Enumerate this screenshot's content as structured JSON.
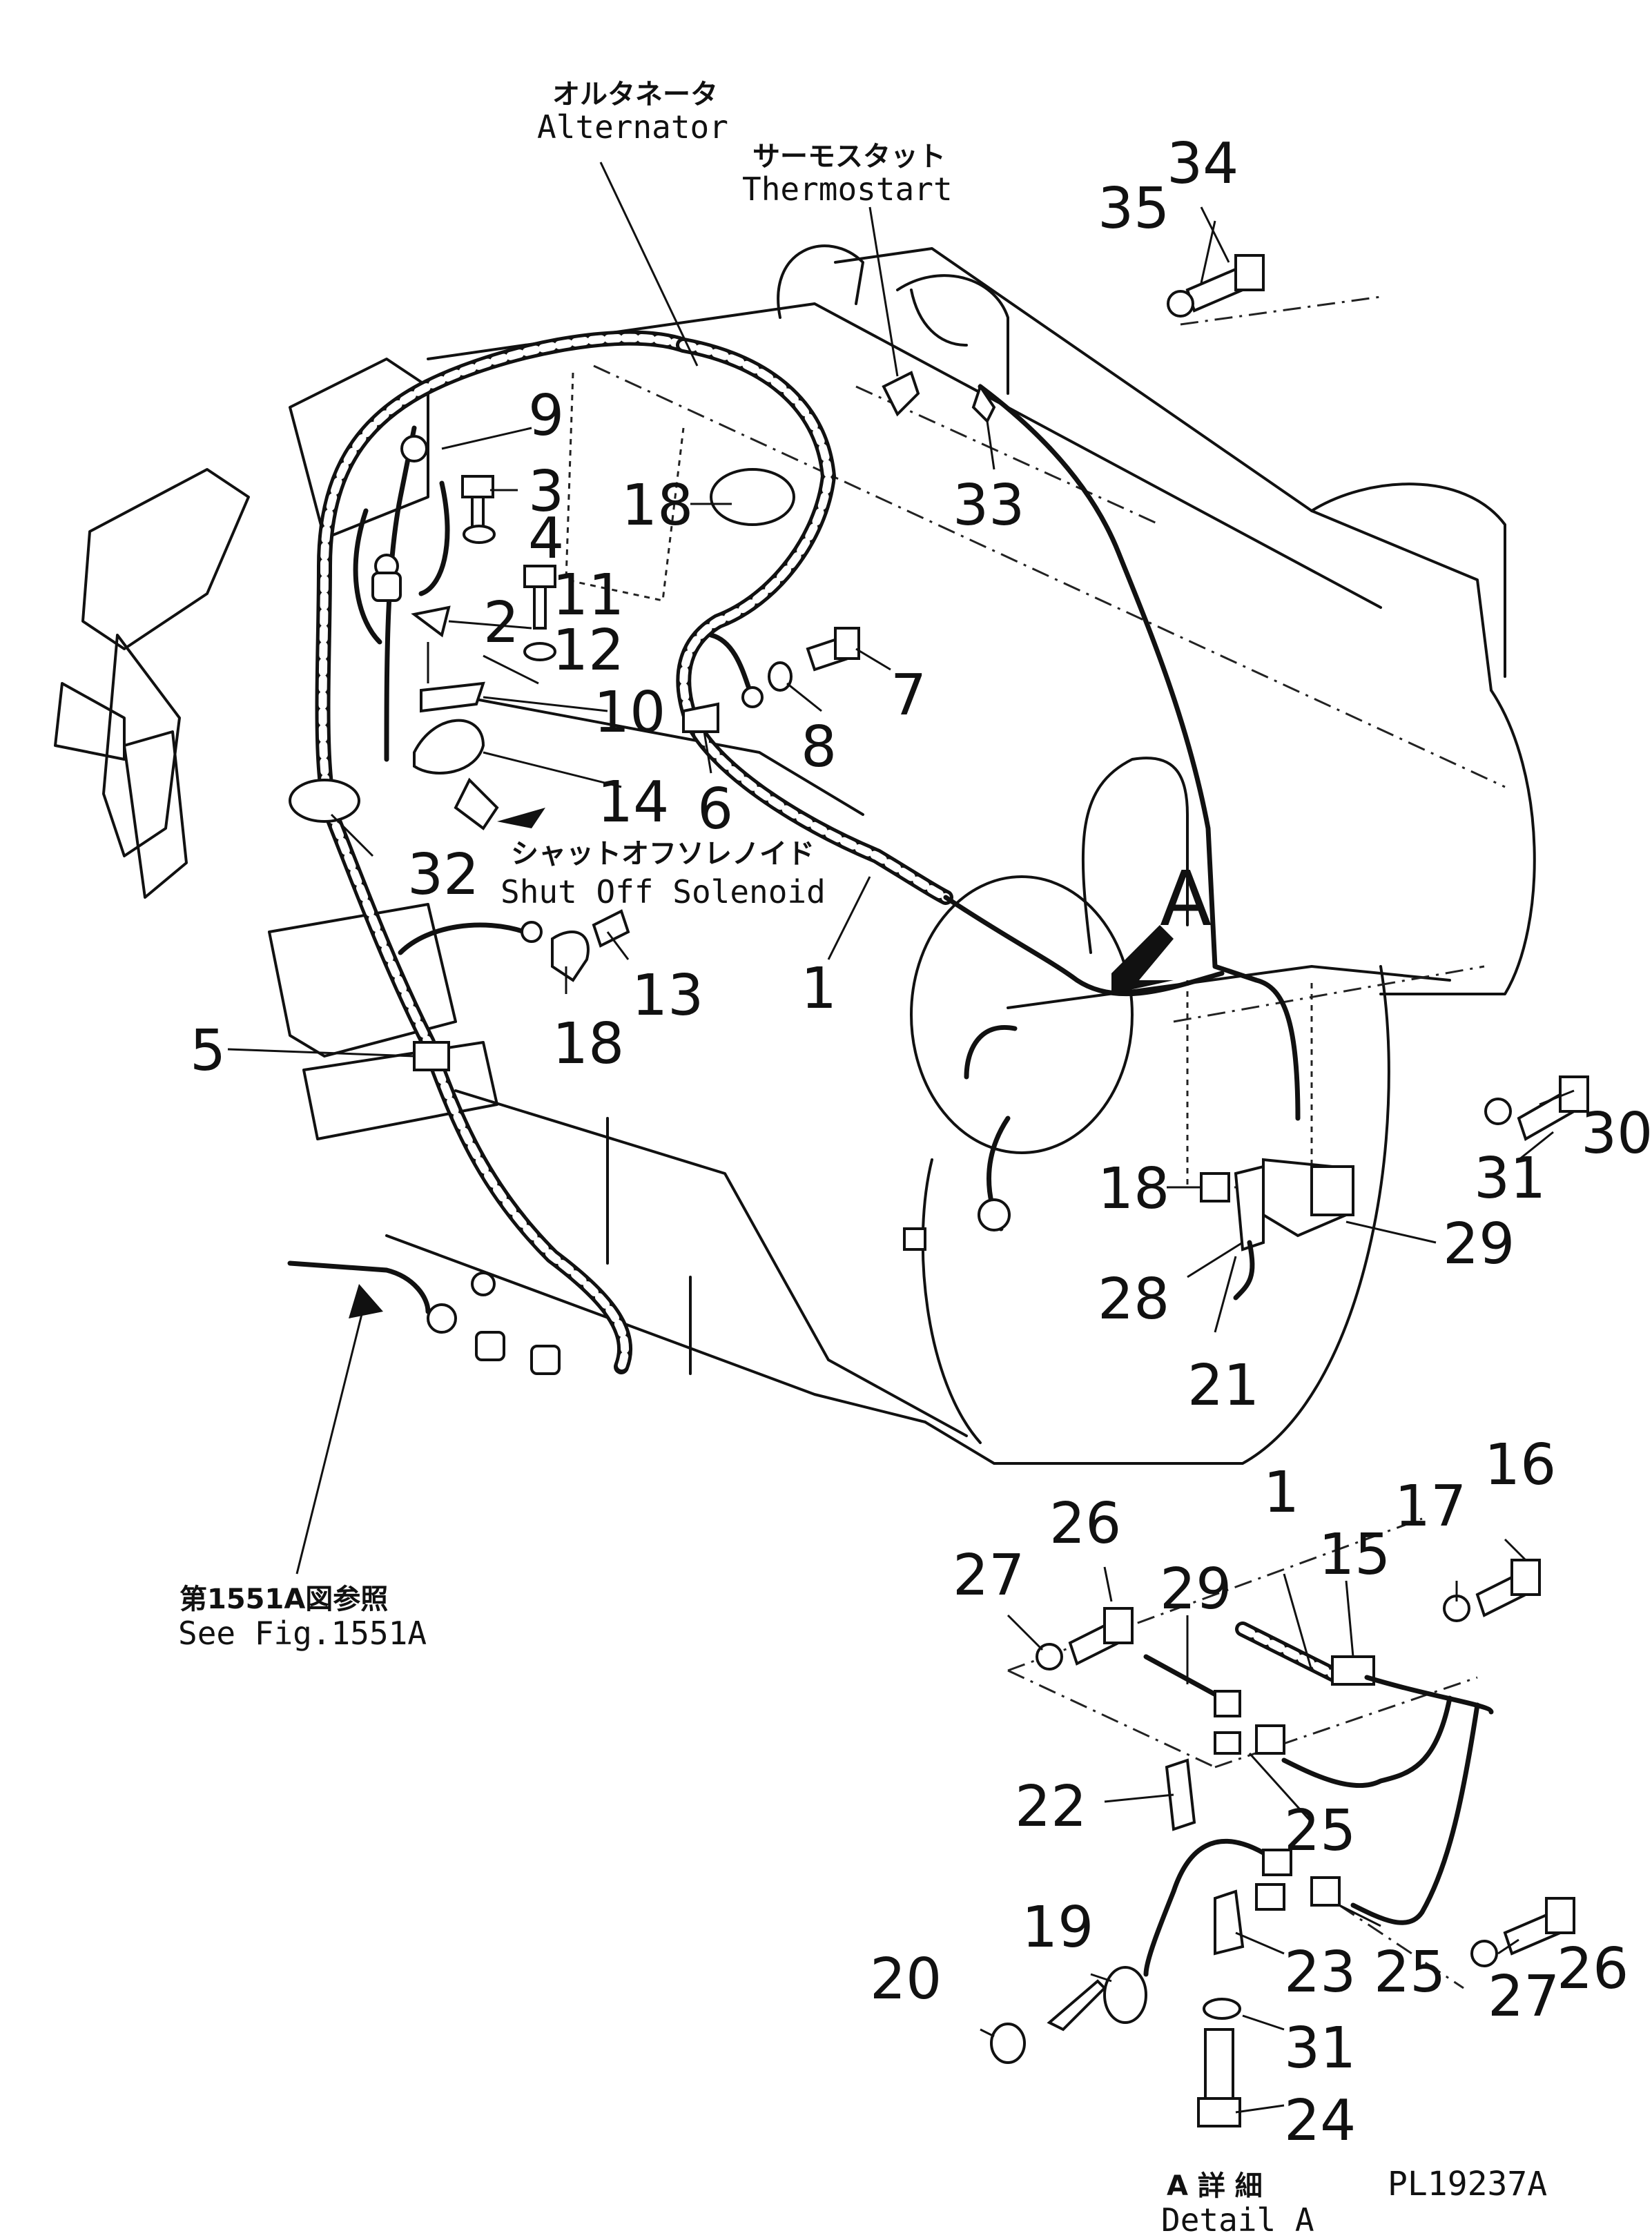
{
  "labels": {
    "alternator_jp": "オルタネータ",
    "alternator_en": "Alternator",
    "thermostart_jp": "サーモスタット",
    "thermostart_en": "Thermostart",
    "shutoff_jp": "シャットオフソレノイド",
    "shutoff_en": "Shut Off Solenoid",
    "seefig_jp": "第1551A図参照",
    "seefig_en": "See Fig.1551A",
    "detail_jp": "A 詳 細",
    "detail_en": "Detail A",
    "view_marker": "A",
    "drawing_code": "PL19237A"
  },
  "callouts": {
    "c1": "1",
    "c1b": "1",
    "c2": "2",
    "c3": "3",
    "c4": "4",
    "c5": "5",
    "c6": "6",
    "c7": "7",
    "c8": "8",
    "c9": "9",
    "c10": "10",
    "c11": "11",
    "c12": "12",
    "c13": "13",
    "c14": "14",
    "c15": "15",
    "c16": "16",
    "c17": "17",
    "c18a": "18",
    "c18b": "18",
    "c18c": "18",
    "c19": "19",
    "c20": "20",
    "c21": "21",
    "c22": "22",
    "c23": "23",
    "c24": "24",
    "c25a": "25",
    "c25b": "25",
    "c26a": "26",
    "c26b": "26",
    "c27a": "27",
    "c27b": "27",
    "c28": "28",
    "c29a": "29",
    "c29b": "29",
    "c30": "30",
    "c31a": "31",
    "c31b": "31",
    "c32": "32",
    "c33": "33",
    "c34": "34",
    "c35": "35"
  }
}
